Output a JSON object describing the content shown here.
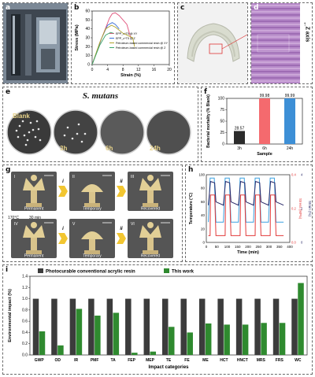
{
  "panels": {
    "a": {
      "label": "a"
    },
    "b": {
      "label": "b"
    },
    "c": {
      "label": "c"
    },
    "d": {
      "label": "d",
      "axis_label": "Z axis"
    },
    "e": {
      "label": "e",
      "title": "S. mutans",
      "dishes": [
        "Blank",
        "3h",
        "6h",
        "24h"
      ]
    },
    "f": {
      "label": "f"
    },
    "g": {
      "label": "g",
      "steps": [
        "i",
        "ii"
      ],
      "condition_temp": "170°C",
      "condition_time": "30 min",
      "states_row1": [
        "Permanent",
        "Temporary",
        "Recovered"
      ],
      "states_row2": [
        "Permanent",
        "Temporary",
        "Recovered"
      ],
      "roman_row1": [
        "I",
        "II",
        "III"
      ],
      "roman_row2": [
        "IV",
        "V",
        "VI"
      ]
    },
    "h": {
      "label": "h"
    },
    "i": {
      "label": "i"
    }
  },
  "chart_b": {
    "type": "line",
    "xlabel": "Strain (%)",
    "ylabel": "Stress (MPa)",
    "xlim": [
      0,
      20
    ],
    "ylim": [
      0,
      60
    ],
    "xticks": [
      0,
      4,
      8,
      12,
      16,
      20
    ],
    "yticks": [
      0,
      10,
      20,
      30,
      40,
      50,
      60
    ],
    "series": [
      {
        "name": "EPP_c^T5 @ XY",
        "color": "#e0517a",
        "points": [
          [
            0,
            0
          ],
          [
            2.5,
            30
          ],
          [
            4.5,
            52
          ],
          [
            5.2,
            57
          ],
          [
            6,
            58
          ],
          [
            7,
            55
          ],
          [
            9,
            45
          ],
          [
            10,
            30
          ]
        ]
      },
      {
        "name": "EPP_c^T5 @ Z",
        "color": "#3b6fd8",
        "points": [
          [
            0,
            0
          ],
          [
            2.3,
            28
          ],
          [
            4,
            44
          ],
          [
            5.2,
            47
          ],
          [
            6,
            45
          ],
          [
            7,
            40
          ]
        ]
      },
      {
        "name": "Petroleum-based commercial resin @ XY",
        "color": "#b0a32a",
        "points": [
          [
            0,
            0
          ],
          [
            2,
            25
          ],
          [
            3.5,
            40
          ],
          [
            5,
            44
          ],
          [
            6,
            42
          ],
          [
            8,
            35
          ],
          [
            10.5,
            30
          ],
          [
            11,
            20
          ]
        ]
      },
      {
        "name": "Petroleum-based commercial resin @ Z",
        "color": "#3aa66a",
        "points": [
          [
            0,
            0
          ],
          [
            2,
            22
          ],
          [
            3.5,
            33
          ],
          [
            4.8,
            36
          ],
          [
            5.5,
            35
          ]
        ]
      }
    ]
  },
  "chart_f": {
    "type": "bar",
    "xlabel": "Sample",
    "ylabel": "Bacterial mortality (% Blank)",
    "ylim": [
      0,
      100
    ],
    "yticks": [
      0,
      25,
      50,
      75,
      100
    ],
    "categories": [
      "3h",
      "6h",
      "24h"
    ],
    "values": [
      28.57,
      99.98,
      99.99
    ],
    "labels": [
      "28.57",
      "99.98",
      "99.99"
    ],
    "colors": [
      "#2b2b2b",
      "#f46a6e",
      "#3d8fd6"
    ]
  },
  "chart_h": {
    "type": "line",
    "xlabel": "Time (min)",
    "ylabel_left": "Temperature (°C)",
    "ylabel_right1": "Stress (MPa)",
    "ylabel_right2": "Strain (%)",
    "xlim": [
      0,
      400
    ],
    "xticks": [
      0,
      50,
      100,
      150,
      200,
      250,
      300,
      350,
      400
    ],
    "ylim_left": [
      0,
      100
    ],
    "yticks_left": [
      0,
      20,
      40,
      60,
      80,
      100
    ],
    "series": [
      {
        "name": "Temperature",
        "color": "#3aa0e0"
      },
      {
        "name": "Stress",
        "color": "#e23a3a"
      },
      {
        "name": "Strain",
        "color": "#2a2a6a"
      }
    ],
    "right1_ticks": [
      "0.0",
      "0.2",
      "0.4"
    ],
    "right2_ticks": [
      "0",
      "2",
      "4"
    ]
  },
  "chart_i": {
    "type": "bar",
    "ylabel": "Environmental impact (%)",
    "xlabel": "Impact categories",
    "ylim": [
      0,
      1.4
    ],
    "yticks": [
      0.0,
      0.2,
      0.4,
      0.6,
      0.8,
      1.0,
      1.2,
      1.4
    ],
    "categories": [
      "GWP",
      "OD",
      "IR",
      "PMF",
      "TA",
      "FEP",
      "MEP",
      "TE",
      "FE",
      "ME",
      "HCT",
      "HNCT",
      "MRS",
      "FRS",
      "WC"
    ],
    "series": [
      {
        "name": "Photocurable conventional acrylic resin",
        "color": "#3c3c3c",
        "values": [
          1,
          1,
          1,
          1,
          1,
          1,
          1,
          1,
          1,
          1,
          1,
          1,
          1,
          1,
          1
        ]
      },
      {
        "name": "This work",
        "color": "#2f8a2f",
        "values": [
          0.42,
          0.17,
          0.82,
          0.7,
          0.75,
          0.04,
          0.06,
          0.5,
          0.4,
          0.56,
          0.54,
          0.54,
          0.57,
          0.57,
          1.28
        ]
      }
    ]
  }
}
